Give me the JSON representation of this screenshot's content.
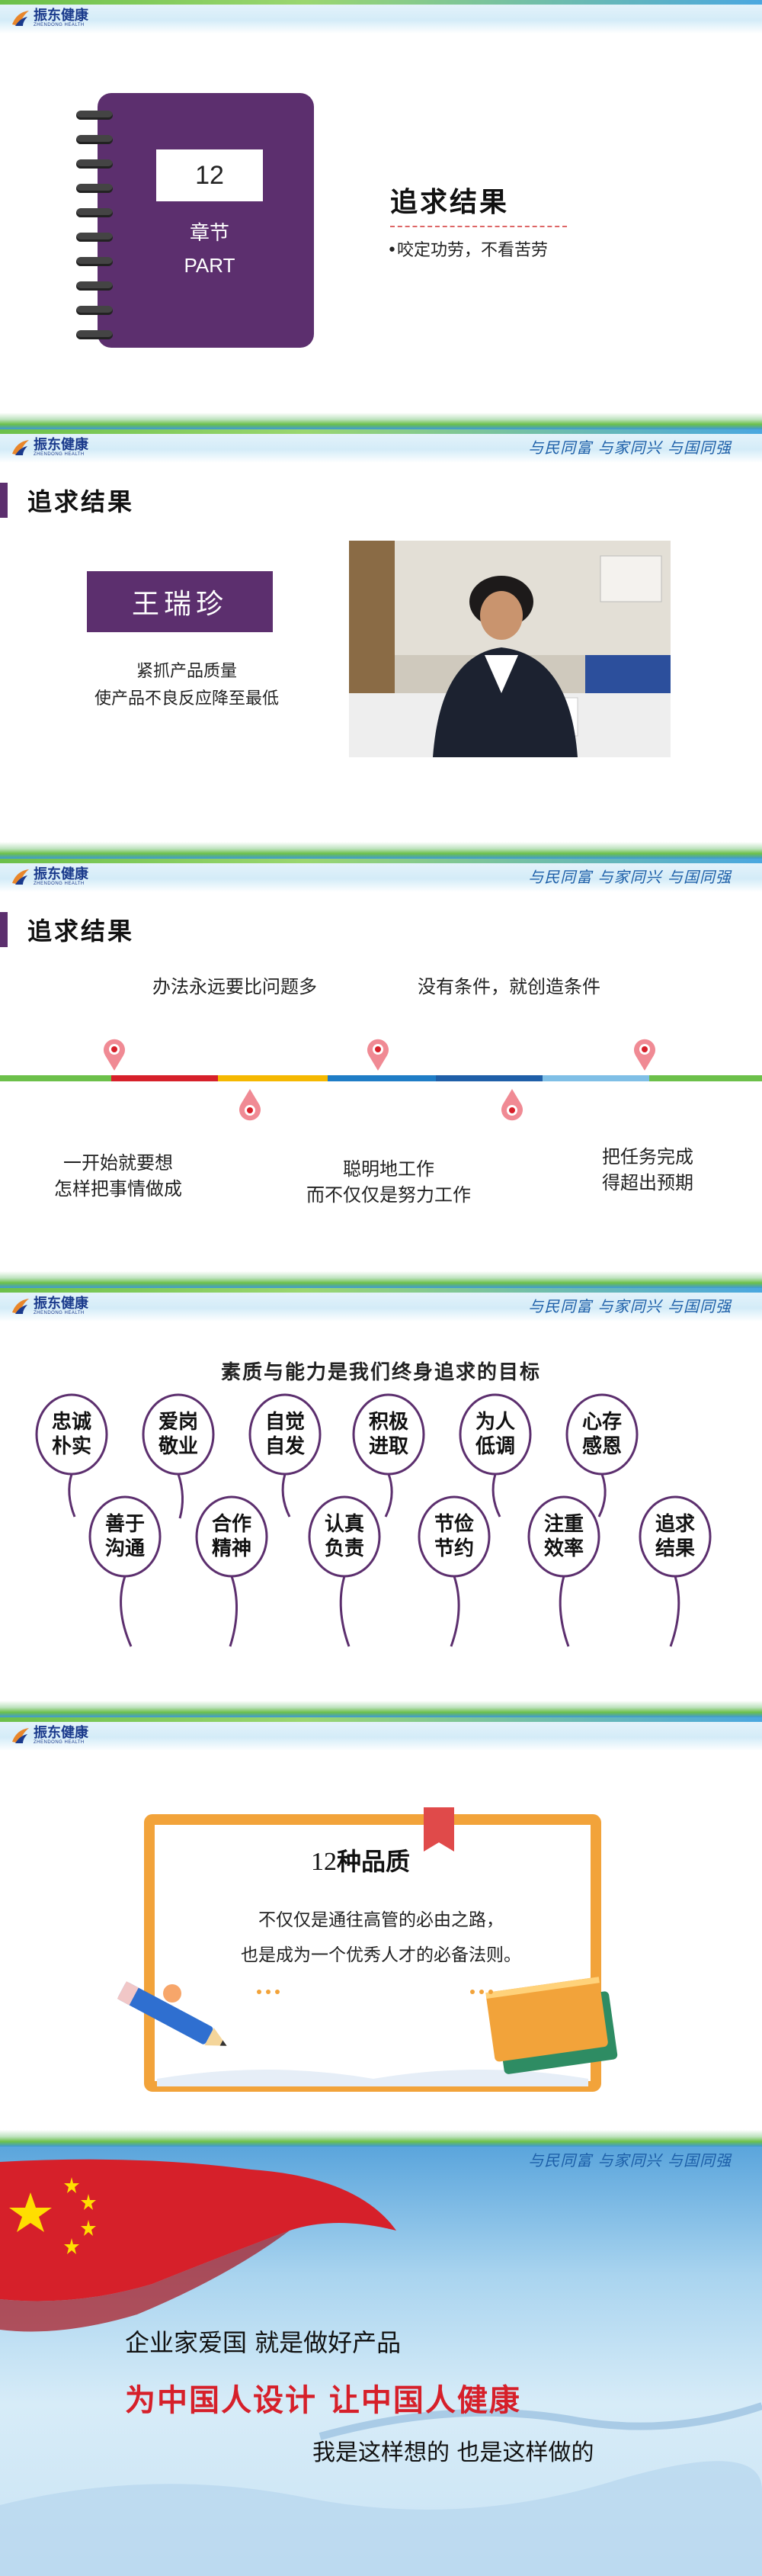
{
  "brand": {
    "logo_text": "振东健康",
    "logo_sub": "ZHENDONG HEALTH",
    "slogan": "与民同富 与家同兴 与国同强",
    "accent_color": "#5c2f6e",
    "red_color": "#d6202a"
  },
  "slide1": {
    "number": "12",
    "chapter_line1": "章节",
    "chapter_line2": "PART",
    "title": "追求结果",
    "subtitle": "•咬定功劳，不看苦劳"
  },
  "slide2": {
    "heading": "追求结果",
    "name": "王瑞珍",
    "desc_line1": "紧抓产品质量",
    "desc_line2": "使产品不良反应降至最低"
  },
  "slide3": {
    "heading": "追求结果",
    "top_left": "办法永远要比问题多",
    "top_right": "没有条件，就创造条件",
    "bottom_left_1": "一开始就要想",
    "bottom_left_2": "怎样把事情做成",
    "bottom_mid_1": "聪明地工作",
    "bottom_mid_2": "而不仅仅是努力工作",
    "bottom_right_1": "把任务完成",
    "bottom_right_2": "得超出预期",
    "timeline_colors": [
      "#6cc04a",
      "#d6202a",
      "#f5b800",
      "#1f7dc6",
      "#1f5fa8",
      "#7fbfe6",
      "#6cc04a"
    ]
  },
  "slide4": {
    "title": "素质与能力是我们终身追求的目标",
    "row1": [
      {
        "a": "忠诚",
        "b": "朴实"
      },
      {
        "a": "爱岗",
        "b": "敬业"
      },
      {
        "a": "自觉",
        "b": "自发"
      },
      {
        "a": "积极",
        "b": "进取"
      },
      {
        "a": "为人",
        "b": "低调"
      },
      {
        "a": "心存",
        "b": "感恩"
      }
    ],
    "row2": [
      {
        "a": "善于",
        "b": "沟通"
      },
      {
        "a": "合作",
        "b": "精神"
      },
      {
        "a": "认真",
        "b": "负责"
      },
      {
        "a": "节俭",
        "b": "节约"
      },
      {
        "a": "注重",
        "b": "效率"
      },
      {
        "a": "追求",
        "b": "结果"
      }
    ]
  },
  "slide5": {
    "title_num": "12",
    "title_rest": "种品质",
    "line1": "不仅仅是通往高管的必由之路，",
    "line2": "也是成为一个优秀人才的必备法则。"
  },
  "slide6": {
    "line1": "企业家爱国  就是做好产品",
    "line2": "为中国人设计   让中国人健康",
    "line3": "我是这样想的  也是这样做的"
  }
}
